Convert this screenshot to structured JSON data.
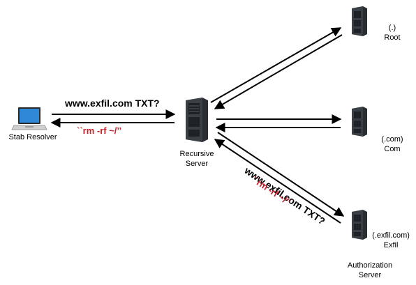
{
  "nodes": {
    "stub": {
      "label": "Stab Resolver",
      "icon": "laptop-icon"
    },
    "recursive": {
      "label_line1": "Recursive",
      "label_line2": "Server",
      "icon": "server-icon"
    },
    "root": {
      "zone": "(.)",
      "name": "Root",
      "icon": "server-icon"
    },
    "com": {
      "zone": "(.com)",
      "name": "Com",
      "icon": "server-icon"
    },
    "exfil": {
      "zone": "(.exfil.com)",
      "name": "Exfil",
      "icon": "server-icon"
    },
    "auth": {
      "label_line1": "Authorization",
      "label_line2": "Server"
    }
  },
  "edges": {
    "query_label": "www.exfil.com TXT?",
    "response_label": "``rm -rf ~/’’",
    "exfil_query_label": "www.exfil.com TXT?",
    "exfil_response_label": "``rm -rf ~/’’"
  },
  "colors": {
    "arrow": "#000000",
    "payload_text": "#c8202a",
    "laptop_screen": "#2f88d8",
    "server_body": "#3a3f46"
  }
}
